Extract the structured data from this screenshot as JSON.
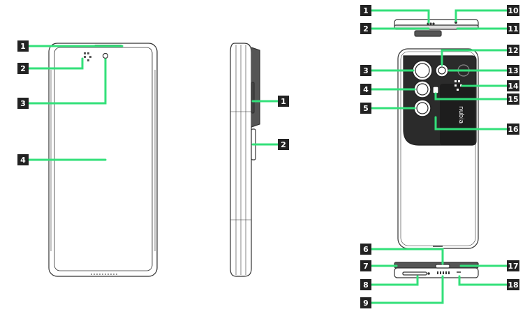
{
  "colors": {
    "leader_line": "#33e07a",
    "badge_fill": "#222222",
    "badge_text": "#ffffff",
    "device_outline": "#333333"
  },
  "front_view": {
    "labels": [
      "1",
      "2",
      "3",
      "4"
    ]
  },
  "side_view": {
    "labels": [
      "1",
      "2"
    ]
  },
  "back_view": {
    "top_edge_labels": [
      "1",
      "2",
      "10",
      "11"
    ],
    "camera_labels": [
      "3",
      "4",
      "5",
      "12",
      "13",
      "14",
      "15",
      "16"
    ],
    "bottom_edge_labels": [
      "6",
      "7",
      "8",
      "9",
      "17",
      "18"
    ],
    "logo_text": "nubia"
  }
}
